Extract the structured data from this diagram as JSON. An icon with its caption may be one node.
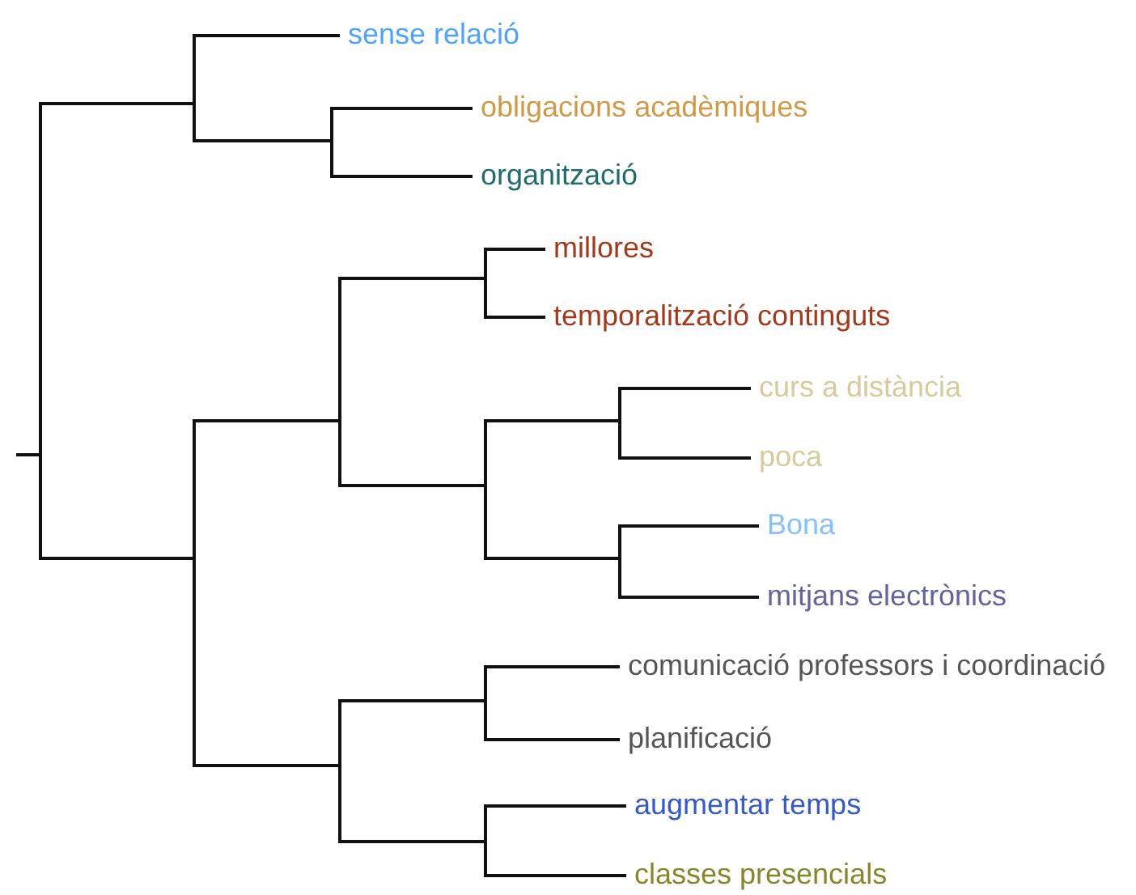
{
  "diagram": {
    "nodes": [
      {
        "text": [],
        "shape": "bar"
      },
      {
        "text": [],
        "shape": "bar"
      },
      {
        "text": [
          "sense relació"
        ]
      },
      {
        "text": [],
        "shape": "bar"
      },
      {
        "text": [
          "obligacions acadèmiques"
        ]
      },
      {
        "text": [
          "organització"
        ]
      },
      {
        "text": [],
        "shape": "bar"
      },
      {
        "text": [],
        "shape": "bar"
      },
      {
        "text": [],
        "shape": "bar"
      },
      {
        "text": [
          "millores"
        ]
      },
      {
        "text": [
          "temporalització continguts"
        ]
      },
      {
        "text": [],
        "shape": "bar"
      },
      {
        "text": [],
        "shape": "bar"
      },
      {
        "text": [
          "curs a distància"
        ]
      },
      {
        "text": [
          "poca"
        ]
      },
      {
        "text": [],
        "shape": "bar"
      },
      {
        "text": [
          "Bona"
        ]
      },
      {
        "text": [
          "mitjans electrònics"
        ]
      },
      {
        "text": [],
        "shape": "bar"
      },
      {
        "text": [],
        "shape": "bar"
      },
      {
        "text": [
          "comunicació professors i coordinació"
        ]
      },
      {
        "text": [
          "planificació"
        ]
      },
      {
        "text": [],
        "shape": "bar"
      },
      {
        "text": [
          "augmentar temps"
        ]
      },
      {
        "text": [
          "classes presencials"
        ]
      }
    ],
    "edges": [
      {
        "from": null,
        "to": 0,
        "arrow": "none"
      },
      {
        "from": 0,
        "to": 1,
        "arrow": "none"
      },
      {
        "from": 1,
        "to": 2,
        "arrow": "none"
      },
      {
        "from": 1,
        "to": 3,
        "arrow": "none"
      },
      {
        "from": 3,
        "to": 4,
        "arrow": "none"
      },
      {
        "from": 3,
        "to": 5,
        "arrow": "none"
      },
      {
        "from": 0,
        "to": 6,
        "arrow": "none"
      },
      {
        "from": 6,
        "to": 7,
        "arrow": "none"
      },
      {
        "from": 7,
        "to": 8,
        "arrow": "none"
      },
      {
        "from": 8,
        "to": 9,
        "arrow": "none"
      },
      {
        "from": 8,
        "to": 10,
        "arrow": "none"
      },
      {
        "from": 7,
        "to": 11,
        "arrow": "none"
      },
      {
        "from": 11,
        "to": 12,
        "arrow": "none"
      },
      {
        "from": 12,
        "to": 13,
        "arrow": "none"
      },
      {
        "from": 12,
        "to": 14,
        "arrow": "none"
      },
      {
        "from": 11,
        "to": 15,
        "arrow": "none"
      },
      {
        "from": 15,
        "to": 16,
        "arrow": "none"
      },
      {
        "from": 15,
        "to": 17,
        "arrow": "none"
      },
      {
        "from": 6,
        "to": 18,
        "arrow": "none"
      },
      {
        "from": 18,
        "to": 19,
        "arrow": "none"
      },
      {
        "from": 19,
        "to": 20,
        "arrow": "none"
      },
      {
        "from": 19,
        "to": 21,
        "arrow": "none"
      },
      {
        "from": 18,
        "to": 22,
        "arrow": "none"
      },
      {
        "from": 22,
        "to": 23,
        "arrow": "none"
      },
      {
        "from": 22,
        "to": 24,
        "arrow": "none"
      }
    ]
  }
}
